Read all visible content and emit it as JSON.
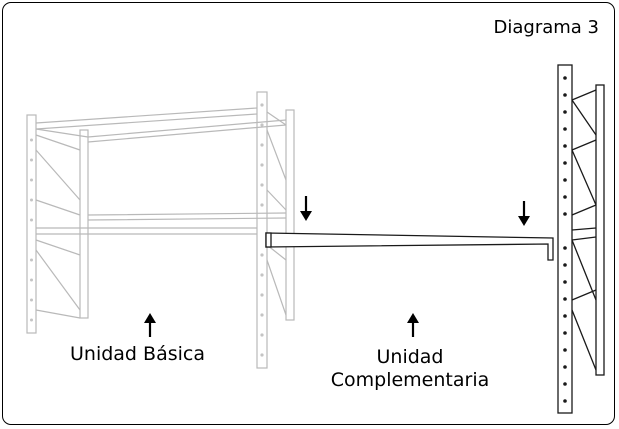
{
  "title": "Diagrama 3",
  "labels": {
    "basic_unit": "Unidad Básica",
    "complementary_unit_line1": "Unidad",
    "complementary_unit_line2": "Complementaria"
  },
  "icons": {
    "down_arrows": [
      "down-arrow-icon",
      "down-arrow-icon"
    ],
    "up_arrows": [
      "up-arrow-icon",
      "up-arrow-icon"
    ]
  },
  "colors": {
    "faded_line": "#b9b9b9",
    "dark_line": "#1a1a1a",
    "border": "#000000"
  }
}
